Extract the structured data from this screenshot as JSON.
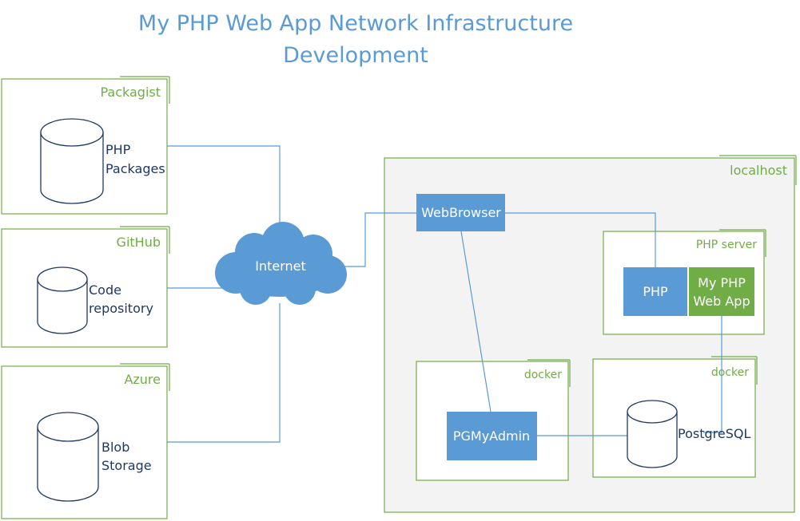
{
  "title": {
    "line1": "My PHP Web App Network Infrastructure",
    "line2": "Development"
  },
  "external": {
    "packagist": {
      "label": "Packagist",
      "store_line1": "PHP",
      "store_line2": "Packages"
    },
    "github": {
      "label": "GitHub",
      "store_line1": "Code",
      "store_line2": "repository"
    },
    "azure": {
      "label": "Azure",
      "store_line1": "Blob",
      "store_line2": "Storage"
    }
  },
  "internet": {
    "label": "Internet"
  },
  "localhost": {
    "label": "localhost",
    "webbrowser": "WebBrowser",
    "php_server": {
      "label": "PHP server",
      "php": "PHP",
      "app_line1": "My PHP",
      "app_line2": "Web App"
    },
    "docker_left": {
      "label": "docker",
      "pgmyadmin": "PGMyAdmin"
    },
    "docker_right": {
      "label": "docker",
      "postgres": "PostgreSQL"
    }
  },
  "colors": {
    "accent_blue": "#5b9bd5",
    "accent_green": "#70ad47",
    "dark_text": "#1f3864",
    "localhost_fill": "#f3f3f3"
  },
  "icons": {
    "cloud": "cloud-icon",
    "database": "database-cylinder-icon"
  }
}
